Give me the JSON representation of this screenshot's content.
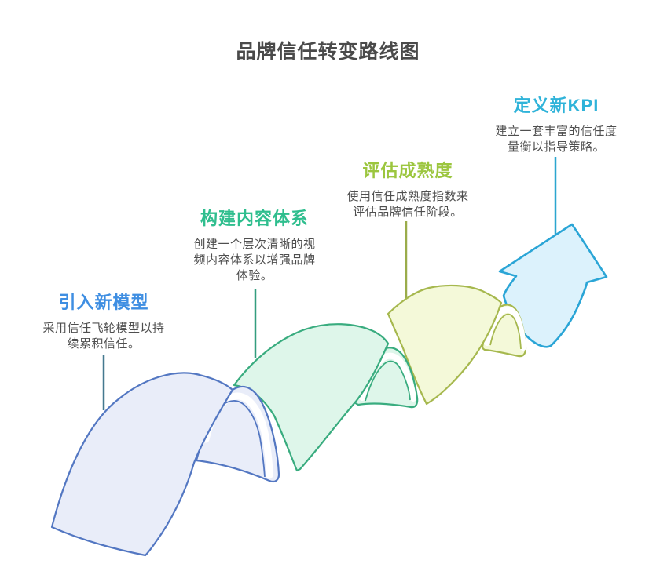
{
  "title": "品牌信任转变路线图",
  "stages": [
    {
      "label": "引入新模型",
      "description": "采用信任飞轮模型以持\n续累积信任。",
      "accent": "#3e8ee2",
      "connector_color": "#44798f"
    },
    {
      "label": "构建内容体系",
      "description": "创建一个层次清晰的视\n频内容体系以增强品牌\n体验。",
      "accent": "#2fbe8e",
      "connector_color": "#339d7e"
    },
    {
      "label": "评估成熟度",
      "description": "使用信任成熟度指数来\n评估品牌信任阶段。",
      "accent": "#9cc63f",
      "connector_color": "#9aac4b"
    },
    {
      "label": "定义新KPI",
      "description": "建立一套丰富的信任度\n量衡以指导策略。",
      "accent": "#2fb3d9",
      "connector_color": "#2ba6cf"
    }
  ],
  "ribbon": {
    "s1": {
      "fill": "#e9edf9",
      "stroke": "#5377c2"
    },
    "s2": {
      "fill": "#def6ea",
      "stroke": "#39ac7f"
    },
    "s3": {
      "fill": "#f4f9d9",
      "stroke": "#a6b84e"
    },
    "arrow": {
      "fill": "#dcf2fc",
      "stroke": "#2aa5d6"
    },
    "fold_gap_color": "#ffffff"
  },
  "text_colors": {
    "title": "#4a4a4a",
    "description": "#4f4f4f"
  }
}
